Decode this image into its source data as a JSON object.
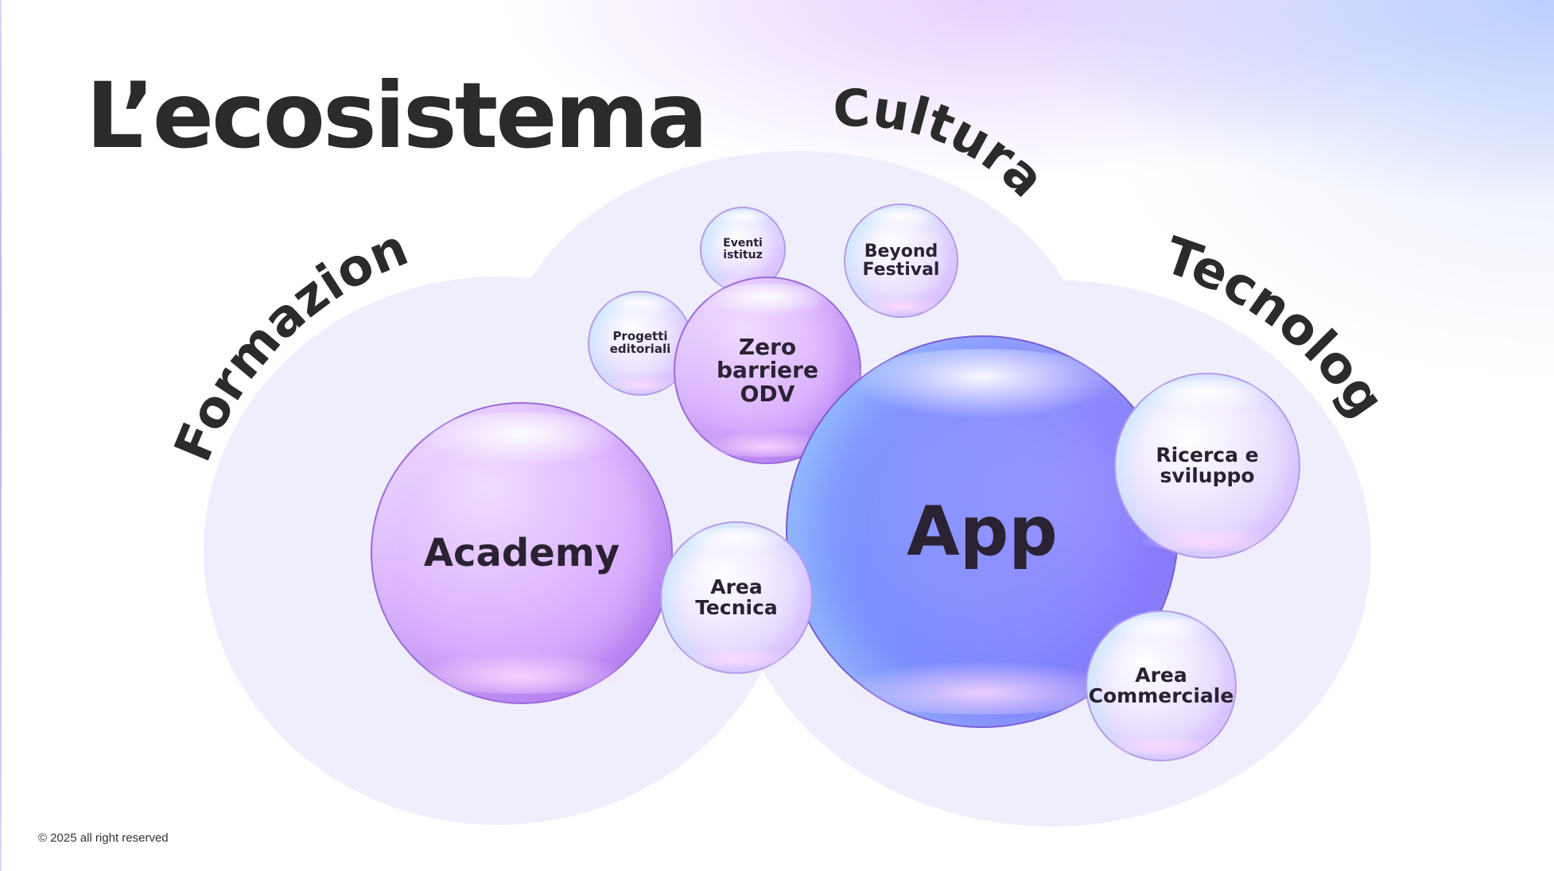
{
  "title": "L’ecosistema",
  "footer": "© 2025 all right reserved",
  "categories": {
    "formazione": "Formazione",
    "cultura": "Cultura",
    "tecnologia": "Tecnologia"
  },
  "bubbles": {
    "eventi": "Eventi\nistituz",
    "beyond": "Beyond\nFestival",
    "progetti": "Progetti\neditoriali",
    "zero": "Zero\nbarriere\nODV",
    "academy": "Academy",
    "area_tecnica": "Area\nTecnica",
    "app": "App",
    "ricerca": "Ricerca e\nsviluppo",
    "area_commerciale": "Area\nCommerciale"
  },
  "colors": {
    "text": "#2b2b2b",
    "blob": "#efeefc",
    "violet": "#c48ff7",
    "app_blue": "#a5a8ff"
  }
}
